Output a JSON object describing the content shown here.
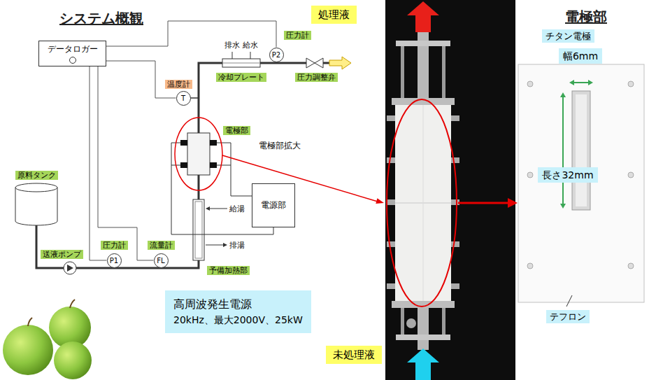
{
  "diagram": {
    "title": "システム概観",
    "nodes": [
      {
        "text": [
          "データロガー"
        ]
      },
      {
        "text": [
          "圧力計"
        ]
      },
      {
        "text": [
          "P2"
        ]
      },
      {
        "text": [
          "冷却プレート"
        ]
      },
      {
        "text": [
          "圧力調整弁"
        ]
      },
      {
        "text": [
          "T"
        ]
      },
      {
        "text": [
          "温度計"
        ]
      },
      {
        "text": [
          "電極部"
        ]
      },
      {
        "text": [
          "電源部"
        ]
      },
      {
        "text": [
          "原料タンク"
        ]
      },
      {
        "text": [
          "予備加熱部"
        ]
      },
      {
        "text": [
          "送液ポンプ"
        ]
      },
      {
        "text": [
          "圧力計"
        ]
      },
      {
        "text": [
          "P1"
        ]
      },
      {
        "text": [
          "流量計"
        ]
      },
      {
        "text": [
          "FL"
        ]
      },
      {
        "text": [
          "高周波発生電源",
          "20kHz、最大2000V、25kW"
        ]
      },
      {
        "text": [
          "処理液"
        ]
      },
      {
        "text": [
          "未処理液"
        ]
      },
      {
        "text": [
          "チタン電極"
        ]
      },
      {
        "text": [
          "幅6mm"
        ]
      },
      {
        "text": [
          "長さ32mm"
        ]
      },
      {
        "text": [
          "テフロン"
        ]
      }
    ],
    "edges": [
      {
        "from": 0,
        "to": 5,
        "arrow": "none"
      },
      {
        "from": 0,
        "to": 2,
        "arrow": "none"
      },
      {
        "from": 0,
        "to": 13,
        "arrow": "none"
      },
      {
        "from": 0,
        "to": 15,
        "arrow": "none"
      }
    ],
    "labels": [
      "電極部",
      "排水",
      "給水",
      "給湯",
      "排湯",
      "電極部拡大"
    ]
  }
}
